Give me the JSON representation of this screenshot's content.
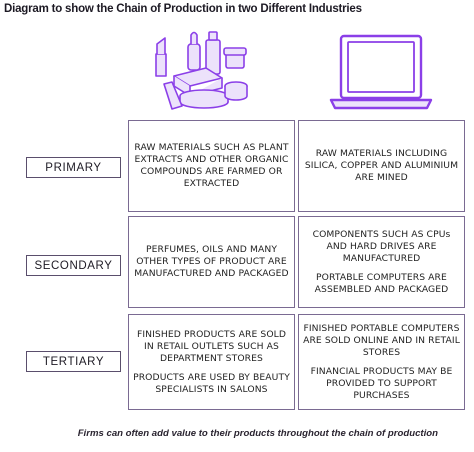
{
  "title": "Diagram to show the Chain of Production in two Different Industries",
  "columns": [
    {
      "illustration": "cosmetics-icon"
    },
    {
      "illustration": "laptop-icon"
    }
  ],
  "stages": [
    {
      "label": "PRIMARY",
      "cells": [
        [
          "RAW MATERIALS SUCH AS PLANT EXTRACTS AND OTHER ORGANIC COMPOUNDS ARE FARMED OR EXTRACTED"
        ],
        [
          "RAW MATERIALS INCLUDING SILICA, COPPER AND ALUMINIUM ARE MINED"
        ]
      ]
    },
    {
      "label": "SECONDARY",
      "cells": [
        [
          "PERFUMES, OILS AND MANY OTHER TYPES OF PRODUCT ARE MANUFACTURED AND PACKAGED"
        ],
        [
          "COMPONENTS SUCH AS CPUs AND HARD DRIVES ARE MANUFACTURED",
          "PORTABLE COMPUTERS ARE ASSEMBLED AND PACKAGED"
        ]
      ]
    },
    {
      "label": "TERTIARY",
      "cells": [
        [
          "FINISHED PRODUCTS ARE SOLD IN RETAIL OUTLETS SUCH AS DEPARTMENT STORES",
          "PRODUCTS ARE USED BY BEAUTY SPECIALISTS IN SALONS"
        ],
        [
          "FINISHED PORTABLE COMPUTERS ARE SOLD ONLINE AND IN RETAIL STORES",
          "FINANCIAL PRODUCTS MAY BE PROVIDED TO SUPPORT PURCHASES"
        ]
      ]
    }
  ],
  "footnote": "Firms can often add value to their products throughout the chain of production",
  "colors": {
    "accent": "#8b3fe8",
    "border": "#7a6a92",
    "tint": "#ece2fb"
  }
}
